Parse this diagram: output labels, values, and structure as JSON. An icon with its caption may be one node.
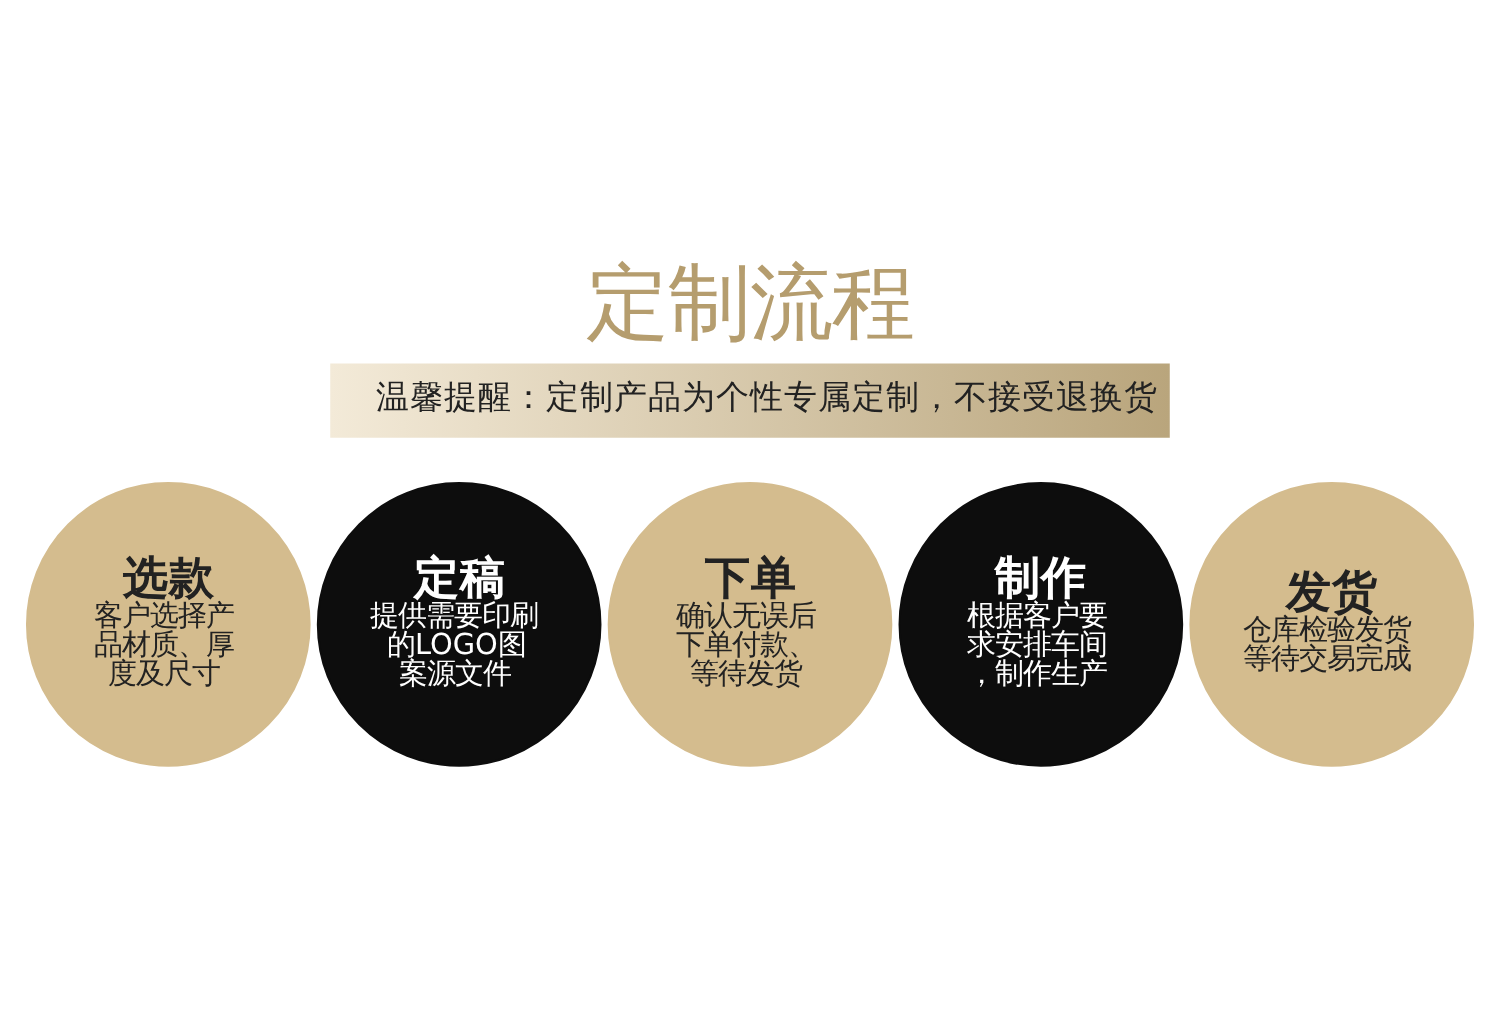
{
  "diagram": {
    "title": "定制流程",
    "nodes": [
      {
        "text": [
          "温馨提醒：定制产品为个性专属定制，不接受退换货"
        ]
      },
      {
        "text": [
          "选款",
          "客户选择产品材质、厚度及尺寸"
        ]
      },
      {
        "text": [
          "定稿",
          "提供需要印刷的LOGO图案源文件"
        ]
      },
      {
        "text": [
          "下单",
          "确认无误后下单付款、等待发货"
        ]
      },
      {
        "text": [
          "制作",
          "根据客户要求安排车间，制作生产"
        ]
      },
      {
        "text": [
          "发货",
          "仓库检验发货等待交易完成"
        ]
      }
    ],
    "edges": []
  }
}
